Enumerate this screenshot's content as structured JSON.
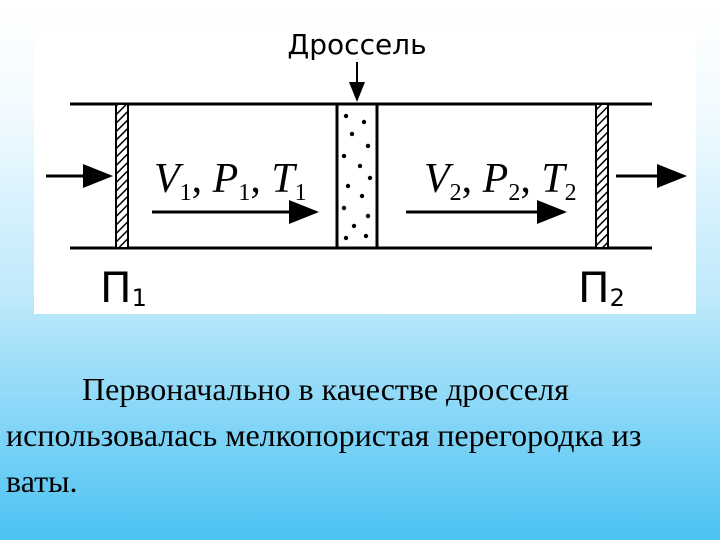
{
  "diagram": {
    "throttle_label": "Дроссель",
    "left_state": {
      "v": "V",
      "v_sub": "1",
      "p": "P",
      "p_sub": "1",
      "t": "T",
      "t_sub": "1"
    },
    "right_state": {
      "v": "V",
      "v_sub": "2",
      "p": "P",
      "p_sub": "2",
      "t": "T",
      "t_sub": "2"
    },
    "piston_left": {
      "letter": "П",
      "sub": "1"
    },
    "piston_right": {
      "letter": "П",
      "sub": "2"
    }
  },
  "caption": {
    "text": "Первоначально в качестве дросселя использовалась мелкопористая перегородка из ваты."
  },
  "colors": {
    "ink": "#000000",
    "panel": "#ffffff",
    "gradient_bottom": "#4cc3f3"
  }
}
